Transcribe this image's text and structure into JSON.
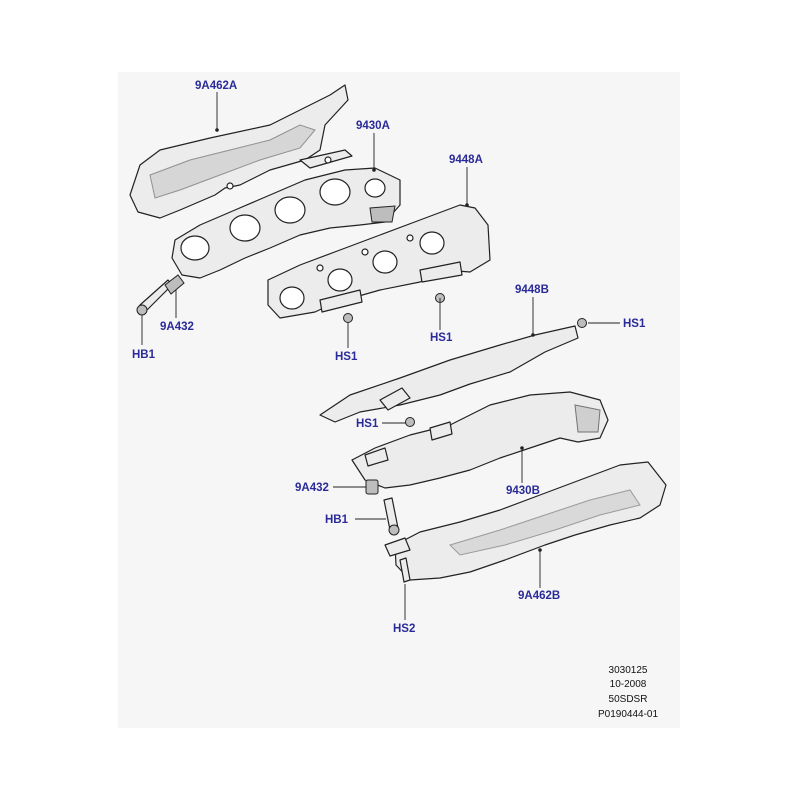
{
  "callouts": {
    "heat_shield_left": "9A462A",
    "manifold_left": "9430A",
    "gasket_left": "9448A",
    "gasket_right": "9448B",
    "hs1_top_right": "HS1",
    "hs1_gasket_a_lower": "HS1",
    "hs1_gasket_a_upper": "HS1",
    "hb1_left": "HB1",
    "stud_left": "9A432",
    "hs1_mid": "HS1",
    "manifold_right": "9430B",
    "stud_right": "9A432",
    "hb1_right": "HB1",
    "heat_shield_right": "9A462B",
    "hs2": "HS2"
  },
  "meta_block": {
    "line1": "3030125",
    "line2": "10-2008",
    "line3": "50SDSR",
    "line4": "P0190444-01"
  },
  "colors": {
    "callout_text": "#2a2a9a",
    "panel_background": "#f6f6f6",
    "line_art": "#222222"
  }
}
